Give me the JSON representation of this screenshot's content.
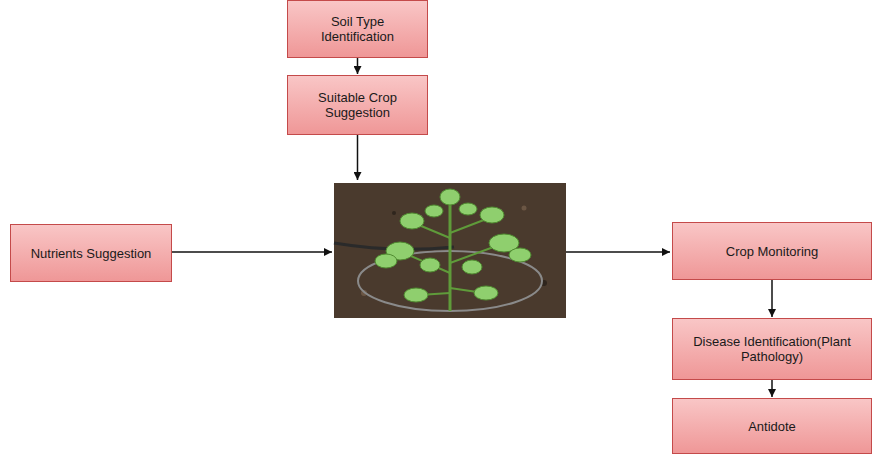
{
  "diagram": {
    "nodes": [
      {
        "text": [
          "Soil Type Identification"
        ]
      },
      {
        "text": [
          "Suitable Crop Suggestion"
        ]
      },
      {
        "text": [
          "Nutrients Suggestion"
        ]
      },
      {
        "text": [
          "Crop Monitoring"
        ]
      },
      {
        "text": [
          "Disease Identification(Plant Pathology)"
        ]
      },
      {
        "text": [
          "Antidote"
        ]
      }
    ],
    "edges": [
      {
        "from": 0,
        "to": 1,
        "arrow": "to"
      },
      {
        "from": 3,
        "to": 4,
        "arrow": "to"
      },
      {
        "from": 4,
        "to": 5,
        "arrow": "to"
      }
    ]
  }
}
